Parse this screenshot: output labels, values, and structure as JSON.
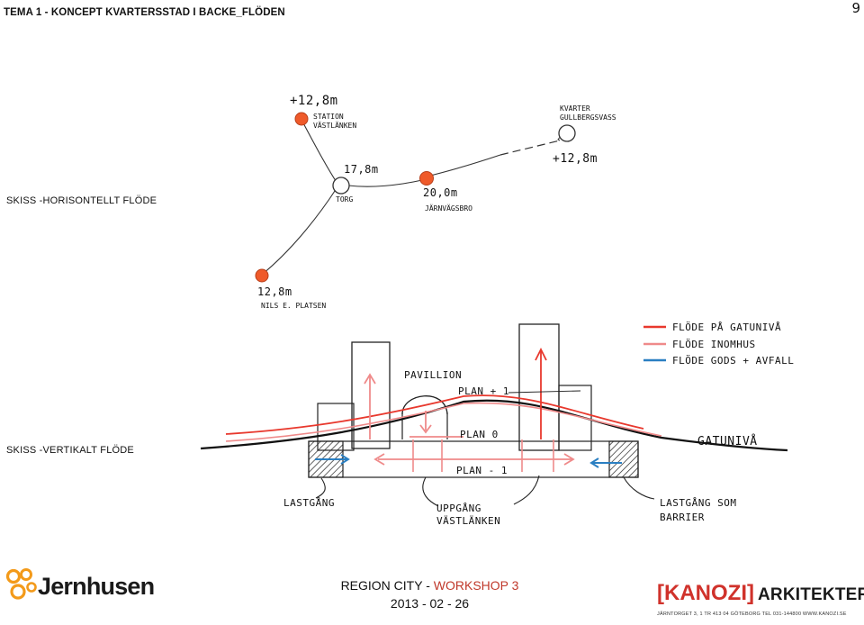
{
  "header": {
    "title": "TEMA 1 - KONCEPT KVARTERSSTAD I BACKE_FLÖDEN",
    "page_number": "9"
  },
  "section_labels": {
    "horizontal": "SKISS -HORISONTELLT FLÖDE",
    "vertical": "SKISS -VERTIKALT FLÖDE"
  },
  "sketch_horizontal": {
    "nodes": {
      "station": {
        "height": "+12,8m",
        "name_line1": "STATION",
        "name_line2": "VÄSTLÄNKEN"
      },
      "torg": {
        "height": "17,8m",
        "name": "TORG"
      },
      "jarnvagsbro": {
        "height": "20,0m",
        "name": "JÄRNVÄGSBRO"
      },
      "kvarter": {
        "name_line1": "KVARTER",
        "name_line2": "GULLBERGSVASS",
        "height": "+12,8m"
      },
      "nils": {
        "height": "12,8m",
        "name": "NILS E. PLATSEN"
      }
    }
  },
  "sketch_vertical": {
    "legend": [
      {
        "label": "FLÖDE PÅ GATUNIVÅ",
        "color": "#e8382d"
      },
      {
        "label": "FLÖDE INOMHUS",
        "color": "#ef8a8a"
      },
      {
        "label": "FLÖDE GODS + AVFALL",
        "color": "#2a7fc2"
      }
    ],
    "labels": {
      "pavillion": "PAVILLION",
      "plan_plus1": "PLAN + 1",
      "plan_0": "PLAN 0",
      "plan_minus1": "PLAN - 1",
      "gatuniva": "GATUNIVÅ",
      "lastgang": "LASTGÅNG",
      "uppgang_line1": "UPPGÅNG",
      "uppgang_line2": "VÄSTLÄNKEN",
      "lastgang_barrier_line1": "LASTGÅNG SOM",
      "lastgang_barrier_line2": "BARRIER"
    }
  },
  "footer": {
    "event_name": "REGION CITY",
    "event_sep": " - ",
    "event_accent": "WORKSHOP 3",
    "date": "2013 - 02 - 26",
    "logo_left": "Jernhusen",
    "logo_right_word": "KANOZI",
    "logo_right_suffix": "ARKITEKTER",
    "logo_right_address": "JÄRNTORGET 3, 1 TR   413 04 GÖTEBORG   TEL 031-144800   WWW.KANOZI.SE"
  }
}
